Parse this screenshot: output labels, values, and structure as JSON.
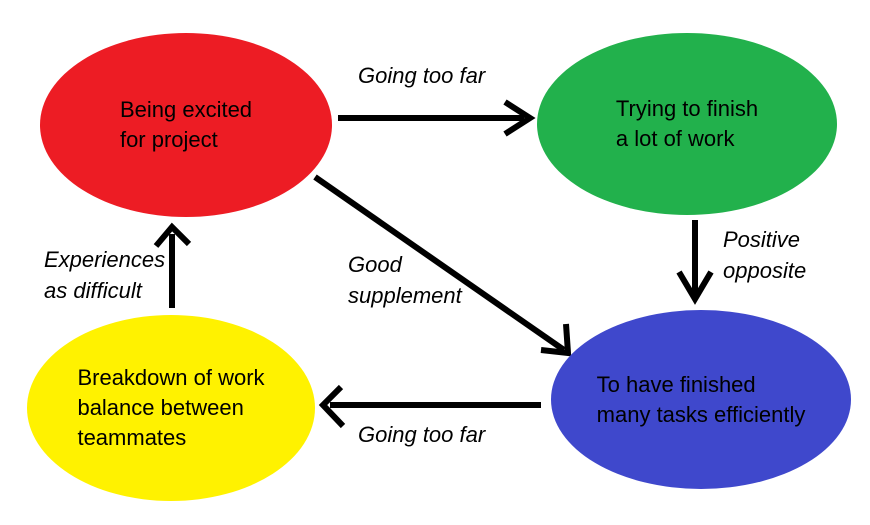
{
  "colors": {
    "background": "#FFFFFF",
    "arrow": "#000000",
    "text": "#000000",
    "node_red": "#ED1C24",
    "node_green": "#22B14C",
    "node_blue": "#3F48CC",
    "node_yellow": "#FFF200"
  },
  "nodes": {
    "excited": {
      "line1": "Being excited",
      "line2": "for project",
      "color": "#ED1C24"
    },
    "trying": {
      "line1": "Trying to finish",
      "line2": "a lot of work",
      "color": "#22B14C"
    },
    "finished": {
      "line1": "To have finished",
      "line2": "many tasks efficiently",
      "color": "#3F48CC"
    },
    "breakdown": {
      "line1": "Breakdown of work",
      "line2": "balance between",
      "line3": "teammates",
      "color": "#FFF200"
    }
  },
  "edges": {
    "excited_to_trying": {
      "label": "Going too far"
    },
    "trying_to_finished": {
      "line1": "Positive",
      "line2": "opposite"
    },
    "excited_to_finished": {
      "line1": "Good",
      "line2": "supplement"
    },
    "finished_to_breakdown": {
      "label": "Going too far"
    },
    "breakdown_to_excited": {
      "line1": "Experiences",
      "line2": "as difficult"
    }
  }
}
